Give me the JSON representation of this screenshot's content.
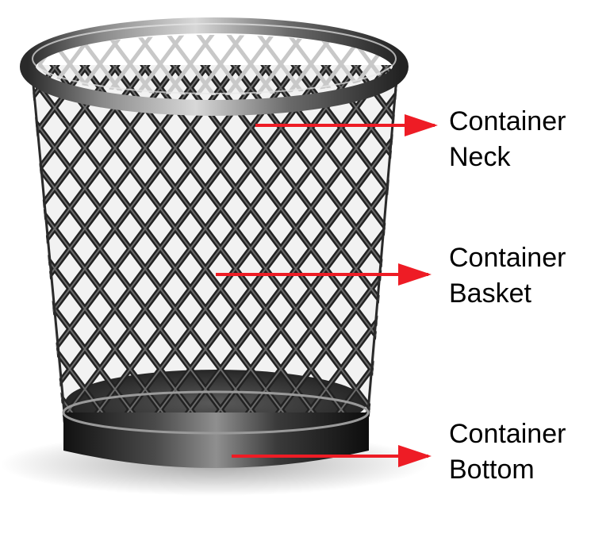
{
  "labels": [
    {
      "id": "neck",
      "lines": [
        "Container",
        "Neck"
      ]
    },
    {
      "id": "basket",
      "lines": [
        "Container",
        "Basket"
      ]
    },
    {
      "id": "bottom",
      "lines": [
        "Container",
        "Bottom"
      ]
    }
  ],
  "colors": {
    "arrow": "#ee1c25",
    "metal_dark": "#1e1e1e",
    "metal_mid": "#555555",
    "metal_light": "#bdbdbd",
    "text": "#000000"
  }
}
